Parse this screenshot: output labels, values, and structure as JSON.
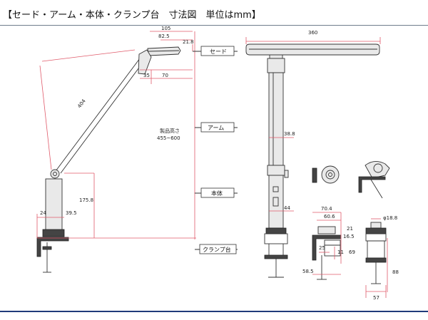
{
  "title": "【セード・アーム・本体・クランプ台　寸法図　単位はmm】",
  "parts": {
    "shade": "セード",
    "arm": "アーム",
    "body": "本体",
    "clamp": "クランプ台"
  },
  "side_view": {
    "dim_105": "105",
    "dim_82_5": "82.5",
    "dim_21_8": "21.8",
    "dim_35": "35",
    "dim_70": "70",
    "dim_404": "404",
    "height_label": "製品高さ",
    "height_value": "455~600",
    "dim_175_8": "175.8",
    "dim_24": "24",
    "dim_39_5": "39.5"
  },
  "front_view": {
    "dim_360": "360",
    "dim_38_8": "38.8",
    "dim_44": "44"
  },
  "clamp_side": {
    "dim_70_4": "70.4",
    "dim_60_6": "60.6",
    "dim_21": "21",
    "dim_16_5": "16.5",
    "dim_25": "25",
    "dim_11": "11",
    "dim_69": "69",
    "dim_58_5": "58.5"
  },
  "clamp_front": {
    "dim_phi18_8": "φ18.8",
    "dim_88": "88",
    "dim_57": "57"
  }
}
